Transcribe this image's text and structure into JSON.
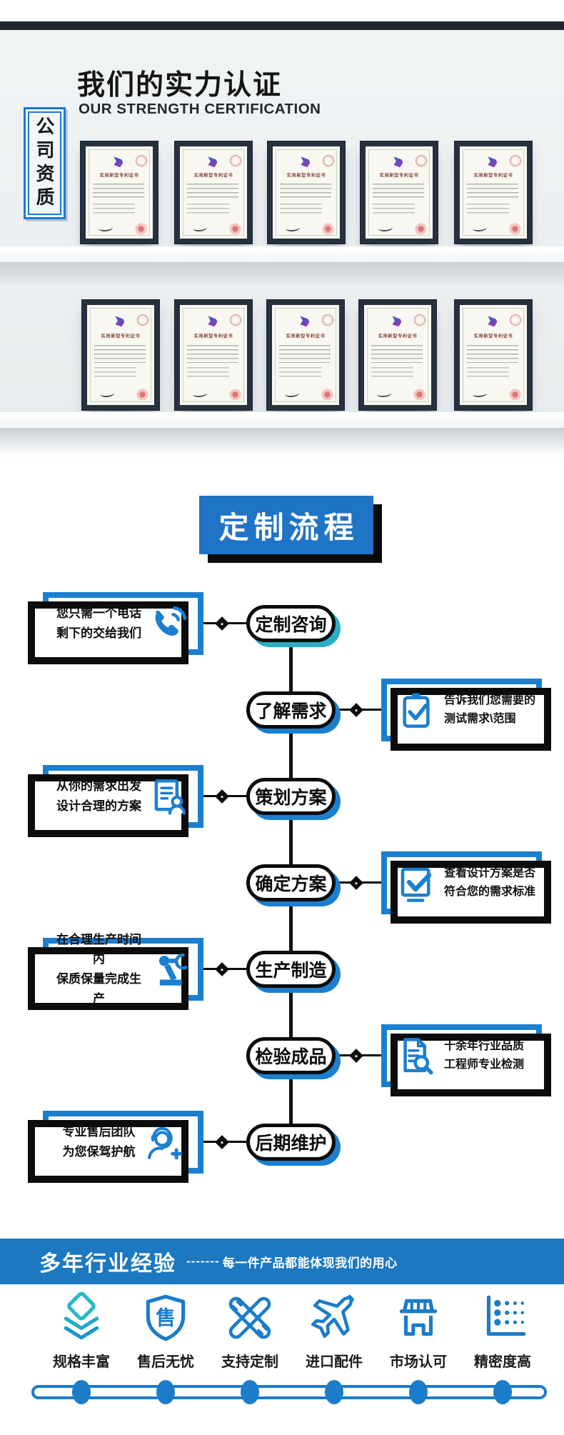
{
  "certification": {
    "tab_label": "公司资质",
    "title": "我们的实力认证",
    "subtitle": "OUR STRENGTH CERTIFICATION",
    "certificate_title": "实用新型专利证书"
  },
  "process": {
    "title": "定制流程",
    "steps": [
      {
        "label": "定制咨询",
        "side": "left",
        "desc1": "您只需一个电话",
        "desc2": "剩下的交给我们",
        "icon": "phone-icon"
      },
      {
        "label": "了解需求",
        "side": "right",
        "desc1": "告诉我们您需要的",
        "desc2": "测试需求\\范围",
        "icon": "clipboard-check-icon"
      },
      {
        "label": "策划方案",
        "side": "left",
        "desc1": "从你的需求出发",
        "desc2": "设计合理的方案",
        "icon": "document-user-icon"
      },
      {
        "label": "确定方案",
        "side": "right",
        "desc1": "查看设计方案是否",
        "desc2": "符合您的需求标准",
        "icon": "checkbox-icon"
      },
      {
        "label": "生产制造",
        "side": "left",
        "desc1": "在合理生产时间内",
        "desc2": "保质保量完成生产",
        "icon": "robot-arm-icon"
      },
      {
        "label": "检验成品",
        "side": "right",
        "desc1": "十余年行业品质",
        "desc2": "工程师专业检测",
        "icon": "document-search-icon"
      },
      {
        "label": "后期维护",
        "side": "left",
        "desc1": "专业售后团队",
        "desc2": "为您保驾护航",
        "icon": "headset-icon"
      }
    ]
  },
  "banner": {
    "title": "多年行业经验",
    "separator": "-------",
    "subtitle": "每一件产品都能体现我们的用心"
  },
  "features": [
    {
      "label": "规格丰富",
      "icon": "layers-icon"
    },
    {
      "label": "售后无忧",
      "icon": "shield-icon",
      "icon_char": "售"
    },
    {
      "label": "支持定制",
      "icon": "crossed-tools-icon"
    },
    {
      "label": "进口配件",
      "icon": "airplane-icon"
    },
    {
      "label": "市场认可",
      "icon": "storefront-icon"
    },
    {
      "label": "精密度高",
      "icon": "precision-chart-icon"
    }
  ],
  "colors": {
    "primary_blue": "#1b7fd0",
    "banner_blue": "#1c78c0",
    "teal": "#28aec5",
    "dark": "#0c0c0c"
  }
}
